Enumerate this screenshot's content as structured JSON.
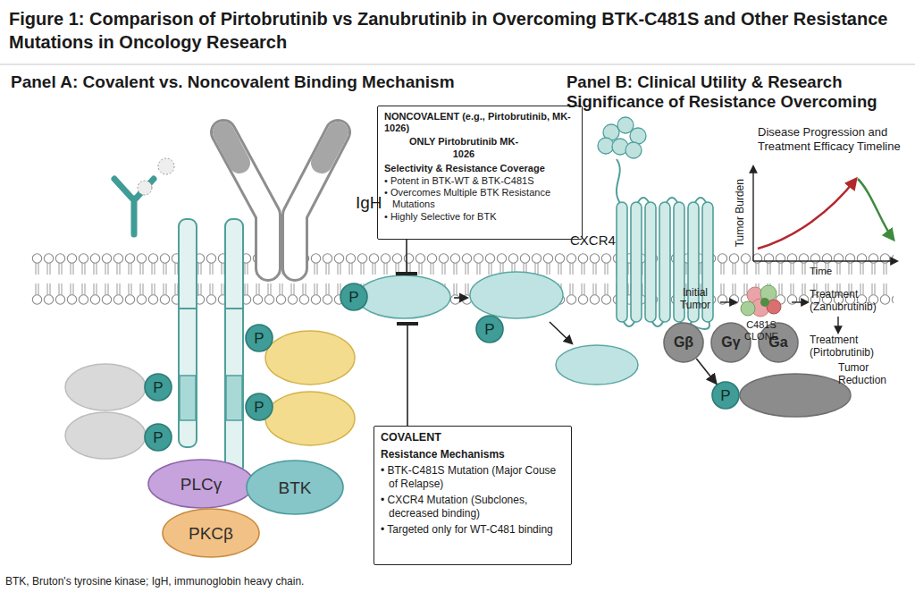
{
  "diagram": {
    "title": "Figure 1: Comparison of Pirtobrutinib vs Zanubrutinib in Overcoming BTK-C481S and Other Resistance Mutations in Oncology Research",
    "caption": "BTK, Bruton's tyrosine kinase; IgH, immunoglobin heavy chain.",
    "nodes": [
      {
        "text": [
          "NONCOVALENT (e.g., Pirtobrutinib, MK-1026)",
          "ONLY Pirtobrutinib MK-1026",
          "Selectivity & Resistance Coverage",
          "• Potent in BTK-WT & BTK-C481S",
          "• Overcomes Multiple BTK Resistance Mutations",
          "• Highly Selective for BTK"
        ]
      },
      {
        "text": [
          "P"
        ]
      },
      {
        "text": [
          "P"
        ]
      },
      {
        "text": [
          "P"
        ]
      },
      {
        "text": [
          "P"
        ]
      },
      {
        "text": [
          "P"
        ]
      },
      {
        "text": [
          "P"
        ]
      },
      {
        "text": [
          "Gβ"
        ]
      },
      {
        "text": [
          "Gγ"
        ]
      },
      {
        "text": [
          "Ga"
        ]
      },
      {
        "text": [
          "P"
        ]
      },
      {
        "text": [
          "COVALENT",
          "Resistance Mechanisms",
          "• BTK-C481S Mutation (Major Couse of Relapse)",
          "• CXCR4 Mutation (Subclones, decreased binding)",
          "• Targeted only for WT-C481 binding"
        ]
      },
      {
        "text": [
          "PLCγ"
        ]
      },
      {
        "text": [
          "BTK"
        ]
      },
      {
        "text": [
          "PKCβ"
        ]
      }
    ],
    "edges": [
      {
        "from": 7,
        "to": 10,
        "arrow": "to"
      }
    ],
    "labels": [
      "Panel A: Covalent vs. Noncovalent Binding Mechanism",
      "Panel B: Clinical Utility & Research Significance of Resistance Overcoming",
      "IgH",
      "CXCR4",
      "Disease Progression and Treatment Efficacy Timeline",
      "Tumor Burden",
      "Time",
      "Initial Tumor",
      "C481S CLONE",
      "Treatment (Zanubrutinib)",
      "Treatment (Pirtobrutinib)",
      "Tumor Reduction"
    ]
  }
}
